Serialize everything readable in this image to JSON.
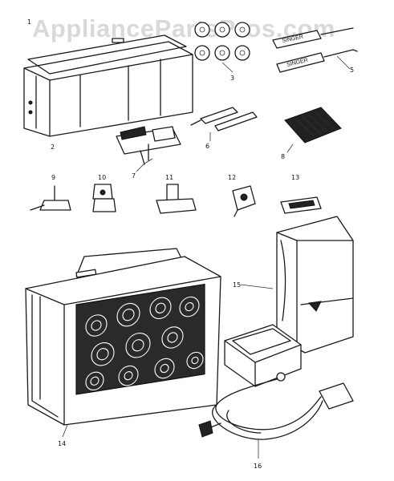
{
  "watermark": "AppliancePartsPros.com",
  "callouts": [
    "1",
    "2",
    "3",
    "5",
    "6",
    "7",
    "8",
    "9",
    "10",
    "11",
    "12",
    "13",
    "14",
    "15",
    "16"
  ],
  "labels": {
    "screwdriver": "SINGER",
    "brush": "SINGER"
  }
}
